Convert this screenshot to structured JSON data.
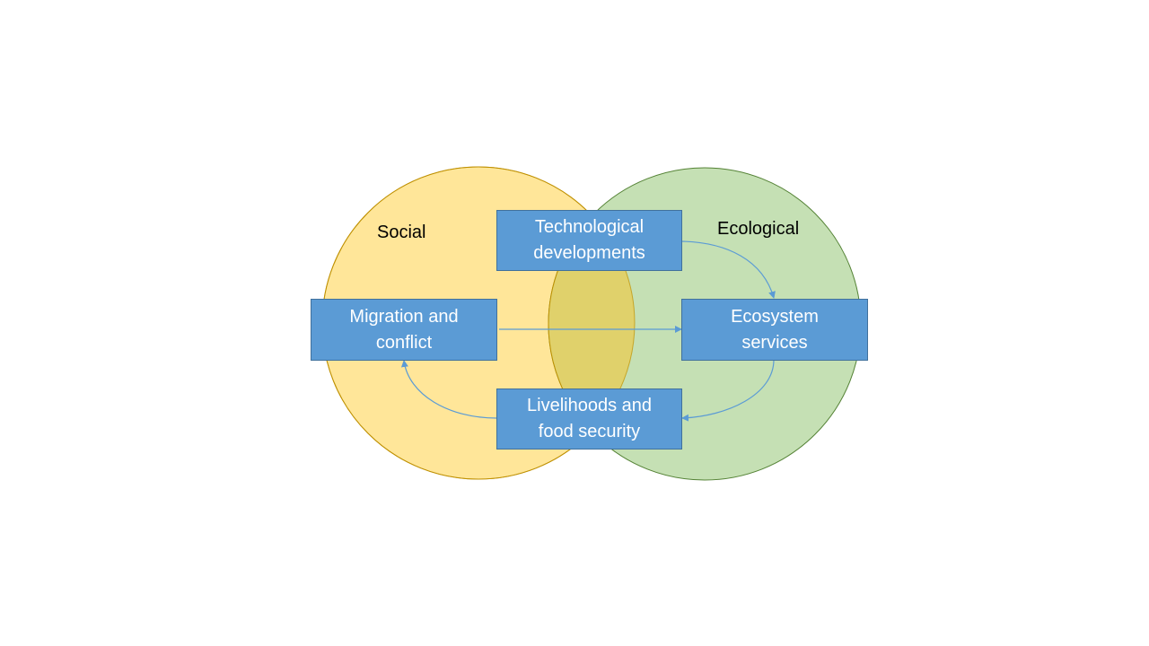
{
  "diagram": {
    "type": "venn-flow",
    "colors": {
      "social_fill": "#ffe699",
      "social_stroke": "#bf9000",
      "ecological_fill": "#c5e0b4",
      "ecological_stroke": "#548235",
      "overlap_fill": "#e0d16b",
      "node_fill": "#5b9bd5",
      "node_stroke": "#41719c",
      "arrow": "#5b9bd5"
    },
    "circles": [
      {
        "id": "social",
        "label": "Social"
      },
      {
        "id": "ecological",
        "label": "Ecological"
      }
    ],
    "nodes": {
      "technological": {
        "line1": "Technological",
        "line2": "developments"
      },
      "migration": {
        "line1": "Migration and",
        "line2": "conflict"
      },
      "ecosystem": {
        "line1": "Ecosystem",
        "line2": "services"
      },
      "livelihoods": {
        "line1": "Livelihoods and",
        "line2": "food security"
      }
    },
    "edges": [
      {
        "from": "Technological developments",
        "to": "Ecosystem services"
      },
      {
        "from": "Migration and conflict",
        "to": "Ecosystem services"
      },
      {
        "from": "Ecosystem services",
        "to": "Livelihoods and food security"
      },
      {
        "from": "Livelihoods and food security",
        "to": "Migration and conflict"
      }
    ]
  }
}
